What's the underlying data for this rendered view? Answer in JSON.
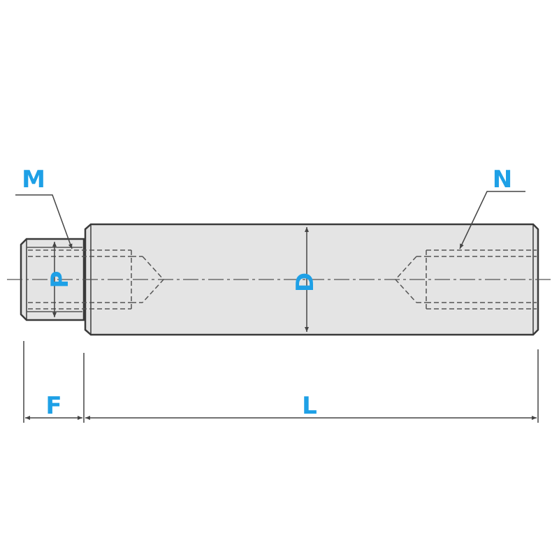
{
  "labels": {
    "M": "M",
    "N": "N",
    "P": "P",
    "D": "D",
    "F": "F",
    "L": "L"
  },
  "colors": {
    "label": "#1ea0e6",
    "body_fill": "#e4e4e4",
    "body_stroke": "#3a3a3a",
    "line": "#444444",
    "background": "#ffffff"
  }
}
